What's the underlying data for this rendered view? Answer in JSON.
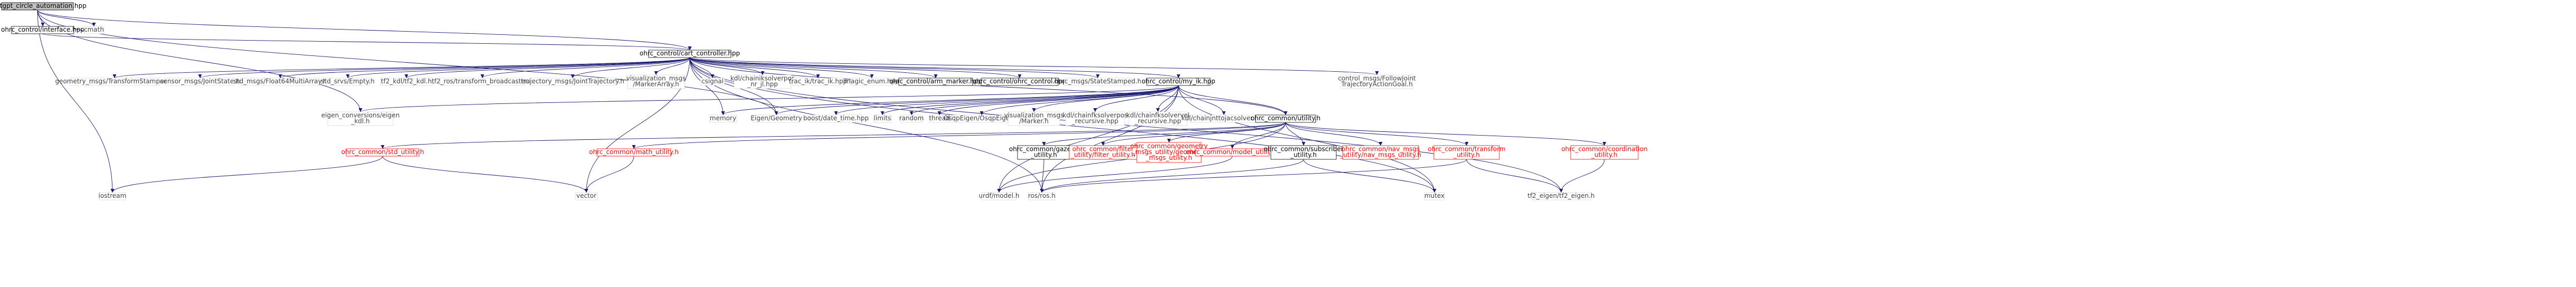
{
  "colors": {
    "edge": "#191970",
    "node_border": "#000000",
    "missing_border": "#ff0000",
    "missing_text": "#ff0000",
    "node_fill": "#ffffff",
    "focus_fill": "#bfbfbf",
    "text": "#000000",
    "missing_text_color": "#ff0000",
    "normal_text_color": "#444444"
  },
  "nodes": [
    {
      "id": "n0",
      "lines": [
        "chatgpt_circle_automation.hpp"
      ],
      "style": "focus"
    },
    {
      "id": "n1",
      "lines": [
        "ohrc_control/interface.hpp"
      ],
      "style": "boxed"
    },
    {
      "id": "n2",
      "lines": [
        "cmath"
      ],
      "style": "plain"
    },
    {
      "id": "n3",
      "lines": [
        "ohrc_control/cart_controller.hpp"
      ],
      "style": "boxed"
    },
    {
      "id": "n4",
      "lines": [
        "geometry_msgs/TransformStamped.h"
      ],
      "style": "plain"
    },
    {
      "id": "n5",
      "lines": [
        "sensor_msgs/JointState.h"
      ],
      "style": "plain"
    },
    {
      "id": "n6",
      "lines": [
        "std_msgs/Float64MultiArray.h"
      ],
      "style": "plain"
    },
    {
      "id": "n7",
      "lines": [
        "std_srvs/Empty.h"
      ],
      "style": "plain"
    },
    {
      "id": "n8",
      "lines": [
        "tf2_kdl/tf2_kdl.h"
      ],
      "style": "plain"
    },
    {
      "id": "n9",
      "lines": [
        "tf2_ros/transform_broadcaster.h"
      ],
      "style": "plain"
    },
    {
      "id": "n10",
      "lines": [
        "trajectory_msgs/JointTrajectory.h"
      ],
      "style": "plain"
    },
    {
      "id": "n11",
      "lines": [
        "visualization_msgs",
        "/MarkerArray.h"
      ],
      "style": "plain"
    },
    {
      "id": "n12",
      "lines": [
        "csignal"
      ],
      "style": "plain"
    },
    {
      "id": "n13",
      "lines": [
        "kdl/chainiksolverpos",
        "_nr_jl.hpp"
      ],
      "style": "plain"
    },
    {
      "id": "n14",
      "lines": [
        "trac_ik/trac_ik.hpp"
      ],
      "style": "plain"
    },
    {
      "id": "n15",
      "lines": [
        "magic_enum.hpp"
      ],
      "style": "plain"
    },
    {
      "id": "n16",
      "lines": [
        "ohrc_control/arm_marker.hpp"
      ],
      "style": "boxed"
    },
    {
      "id": "n17",
      "lines": [
        "ohrc_control/ohrc_control.hpp"
      ],
      "style": "boxed"
    },
    {
      "id": "n18",
      "lines": [
        "ohrc_msgs/StateStamped.h"
      ],
      "style": "plain"
    },
    {
      "id": "n19",
      "lines": [
        "ohrc_control/my_ik.hpp"
      ],
      "style": "boxed"
    },
    {
      "id": "n20",
      "lines": [
        "control_msgs/FollowJoint",
        "TrajectoryActionGoal.h"
      ],
      "style": "plain"
    },
    {
      "id": "n21",
      "lines": [
        "eigen_conversions/eigen",
        "_kdl.h"
      ],
      "style": "plain"
    },
    {
      "id": "n22",
      "lines": [
        "memory"
      ],
      "style": "plain"
    },
    {
      "id": "n23",
      "lines": [
        "Eigen/Geometry"
      ],
      "style": "plain"
    },
    {
      "id": "n24",
      "lines": [
        "boost/date_time.hpp"
      ],
      "style": "plain"
    },
    {
      "id": "n25",
      "lines": [
        "limits"
      ],
      "style": "plain"
    },
    {
      "id": "n26",
      "lines": [
        "random"
      ],
      "style": "plain"
    },
    {
      "id": "n27",
      "lines": [
        "thread"
      ],
      "style": "plain"
    },
    {
      "id": "n28",
      "lines": [
        "OsqpEigen/OsqpEigen.h"
      ],
      "style": "plain"
    },
    {
      "id": "n29",
      "lines": [
        "visualization_msgs",
        "/Marker.h"
      ],
      "style": "plain"
    },
    {
      "id": "n30",
      "lines": [
        "kdl/chainfksolverpos",
        "_recursive.hpp"
      ],
      "style": "plain"
    },
    {
      "id": "n31",
      "lines": [
        "kdl/chainfksolvervel",
        "_recursive.hpp"
      ],
      "style": "plain"
    },
    {
      "id": "n32",
      "lines": [
        "kdl/chainjnttojacsolver.hpp"
      ],
      "style": "plain"
    },
    {
      "id": "n33",
      "lines": [
        "ohrc_common/utility.h"
      ],
      "style": "boxed"
    },
    {
      "id": "n34",
      "lines": [
        "ohrc_common/gazebo",
        "_utility.h"
      ],
      "style": "boxed"
    },
    {
      "id": "n35",
      "lines": [
        "ohrc_common/filter",
        "_utility/filter_utility.h"
      ],
      "style": "missing"
    },
    {
      "id": "n36",
      "lines": [
        "ohrc_common/geometry",
        "_msgs_utility/geometry",
        "_msgs_utility.h"
      ],
      "style": "missing"
    },
    {
      "id": "n37",
      "lines": [
        "ohrc_common/model_utility.h"
      ],
      "style": "missing"
    },
    {
      "id": "n38",
      "lines": [
        "ohrc_common/subscriber",
        "_utility.h"
      ],
      "style": "boxed"
    },
    {
      "id": "n39",
      "lines": [
        "ohrc_common/nav_msgs",
        "_utility/nav_msgs_utility.h"
      ],
      "style": "missing"
    },
    {
      "id": "n40",
      "lines": [
        "ohrc_common/transform",
        "_utility.h"
      ],
      "style": "missing"
    },
    {
      "id": "n41",
      "lines": [
        "ohrc_common/coordination",
        "_utility.h"
      ],
      "style": "missing"
    },
    {
      "id": "n42",
      "lines": [
        "ohrc_common/std_utility.h"
      ],
      "style": "missing"
    },
    {
      "id": "n43",
      "lines": [
        "ohrc_common/math_utility.h"
      ],
      "style": "missing"
    },
    {
      "id": "n44",
      "lines": [
        "iostream"
      ],
      "style": "plain"
    },
    {
      "id": "n45",
      "lines": [
        "vector"
      ],
      "style": "plain"
    },
    {
      "id": "n46",
      "lines": [
        "urdf/model.h"
      ],
      "style": "plain"
    },
    {
      "id": "n47",
      "lines": [
        "ros/ros.h"
      ],
      "style": "plain"
    },
    {
      "id": "n48",
      "lines": [
        "mutex"
      ],
      "style": "plain"
    },
    {
      "id": "n49",
      "lines": [
        "tf2_eigen/tf2_eigen.h"
      ],
      "style": "plain"
    }
  ],
  "edges": [
    [
      "n0",
      "n1"
    ],
    [
      "n0",
      "n2"
    ],
    [
      "n0",
      "n3"
    ],
    [
      "n0",
      "n44"
    ],
    [
      "n0",
      "n21"
    ],
    [
      "n0",
      "n23"
    ],
    [
      "n1",
      "n3"
    ],
    [
      "n3",
      "n4"
    ],
    [
      "n3",
      "n5"
    ],
    [
      "n3",
      "n6"
    ],
    [
      "n3",
      "n7"
    ],
    [
      "n3",
      "n8"
    ],
    [
      "n3",
      "n9"
    ],
    [
      "n3",
      "n10"
    ],
    [
      "n3",
      "n11"
    ],
    [
      "n3",
      "n12"
    ],
    [
      "n3",
      "n13"
    ],
    [
      "n3",
      "n14"
    ],
    [
      "n3",
      "n15"
    ],
    [
      "n3",
      "n16"
    ],
    [
      "n3",
      "n17"
    ],
    [
      "n3",
      "n18"
    ],
    [
      "n3",
      "n19"
    ],
    [
      "n3",
      "n20"
    ],
    [
      "n3",
      "n22"
    ],
    [
      "n3",
      "n23"
    ],
    [
      "n3",
      "n33"
    ],
    [
      "n3",
      "n45"
    ],
    [
      "n3",
      "n48"
    ],
    [
      "n3",
      "n49"
    ],
    [
      "n3",
      "n47"
    ],
    [
      "n19",
      "n21"
    ],
    [
      "n19",
      "n22"
    ],
    [
      "n19",
      "n23"
    ],
    [
      "n19",
      "n24"
    ],
    [
      "n19",
      "n25"
    ],
    [
      "n19",
      "n26"
    ],
    [
      "n19",
      "n27"
    ],
    [
      "n19",
      "n28"
    ],
    [
      "n19",
      "n29"
    ],
    [
      "n19",
      "n30"
    ],
    [
      "n19",
      "n31"
    ],
    [
      "n19",
      "n32"
    ],
    [
      "n19",
      "n33"
    ],
    [
      "n19",
      "n46"
    ],
    [
      "n19",
      "n47"
    ],
    [
      "n19",
      "n48"
    ],
    [
      "n33",
      "n34"
    ],
    [
      "n33",
      "n35"
    ],
    [
      "n33",
      "n36"
    ],
    [
      "n33",
      "n37"
    ],
    [
      "n33",
      "n38"
    ],
    [
      "n33",
      "n39"
    ],
    [
      "n33",
      "n40"
    ],
    [
      "n33",
      "n41"
    ],
    [
      "n33",
      "n42"
    ],
    [
      "n33",
      "n43"
    ],
    [
      "n33",
      "n46"
    ],
    [
      "n34",
      "n47"
    ],
    [
      "n38",
      "n47"
    ],
    [
      "n38",
      "n48"
    ],
    [
      "n40",
      "n47"
    ],
    [
      "n40",
      "n49"
    ],
    [
      "n41",
      "n49"
    ],
    [
      "n42",
      "n44"
    ],
    [
      "n42",
      "n45"
    ],
    [
      "n43",
      "n45"
    ],
    [
      "n37",
      "n46"
    ]
  ]
}
